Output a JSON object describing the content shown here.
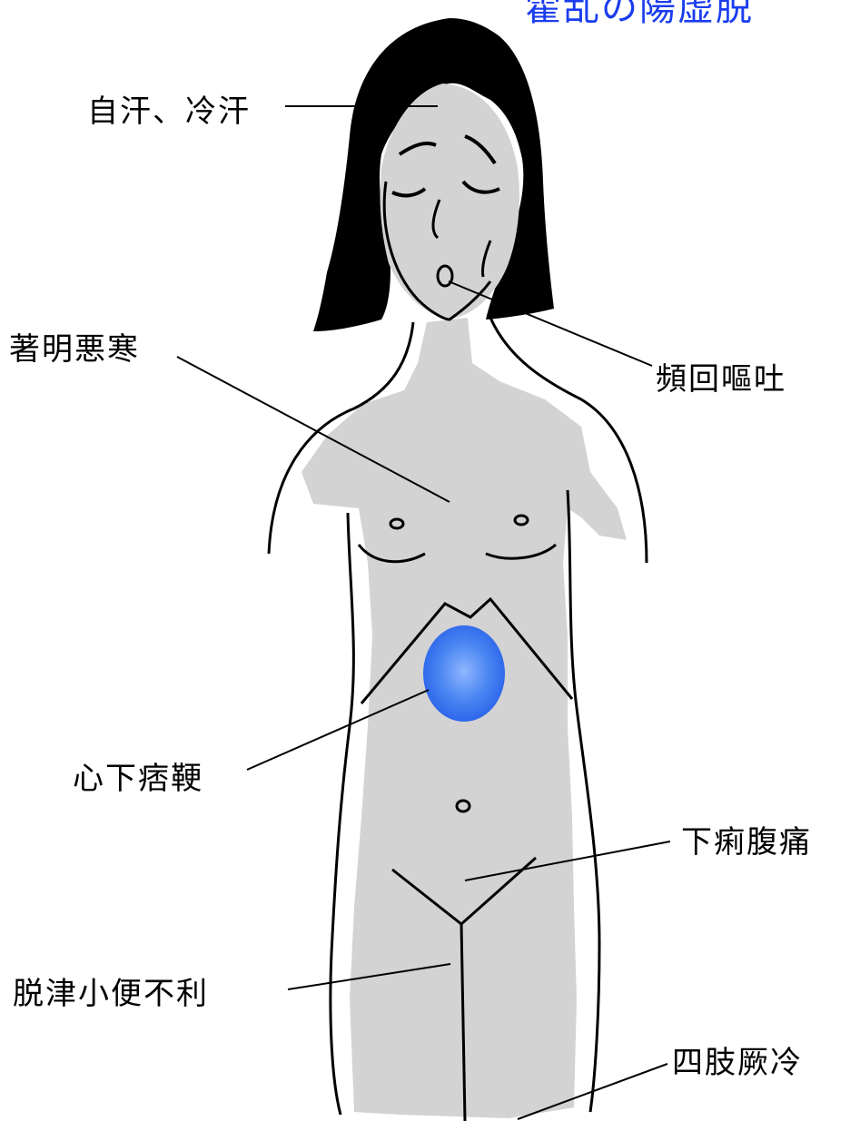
{
  "title": "霍乱の陽虚脱",
  "labels": {
    "sweat": "自汗、冷汗",
    "chill": "著明悪寒",
    "vomit": "頻回嘔吐",
    "epigastric": "心下痞鞕",
    "diarrhea": "下痢腹痛",
    "urine": "脱津小便不利",
    "cold_limbs": "四肢厥冷"
  },
  "colors": {
    "body_fill": "#d3d3d3",
    "hair": "#000000",
    "highlight": "#3f7df0",
    "title": "#1a3df0"
  }
}
